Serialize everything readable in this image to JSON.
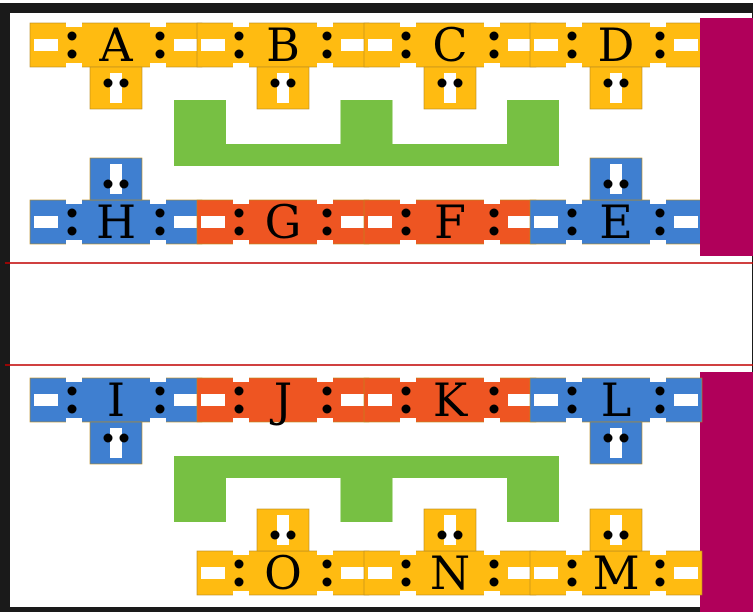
{
  "colors": {
    "background": "#ffffff",
    "frame": "#1a1a1a",
    "divider": "#c00000",
    "magenta_bar": "#b0005a",
    "yellow_piece": "#ffbb11",
    "blue_piece": "#3f7fd0",
    "orange_piece": "#ee5522",
    "green_bracket": "#77c043",
    "dot": "#000000",
    "slot": "#ffffff"
  },
  "top_panel": {
    "row1": {
      "color": "yellow",
      "labels": [
        "A",
        "B",
        "C",
        "D"
      ]
    },
    "row2": [
      {
        "label": "H",
        "color": "blue",
        "has_stem": true
      },
      {
        "label": "G",
        "color": "orange",
        "has_stem": false
      },
      {
        "label": "F",
        "color": "orange",
        "has_stem": false
      },
      {
        "label": "E",
        "color": "blue",
        "has_stem": true
      }
    ],
    "bracket": {
      "opens": "up"
    }
  },
  "bottom_panel": {
    "row1": [
      {
        "label": "I",
        "color": "blue",
        "has_stem": true
      },
      {
        "label": "J",
        "color": "orange",
        "has_stem": false
      },
      {
        "label": "K",
        "color": "orange",
        "has_stem": false
      },
      {
        "label": "L",
        "color": "blue",
        "has_stem": true
      }
    ],
    "row2": {
      "color": "yellow",
      "labels": [
        "O",
        "N",
        "M"
      ]
    },
    "bracket": {
      "opens": "down"
    }
  }
}
